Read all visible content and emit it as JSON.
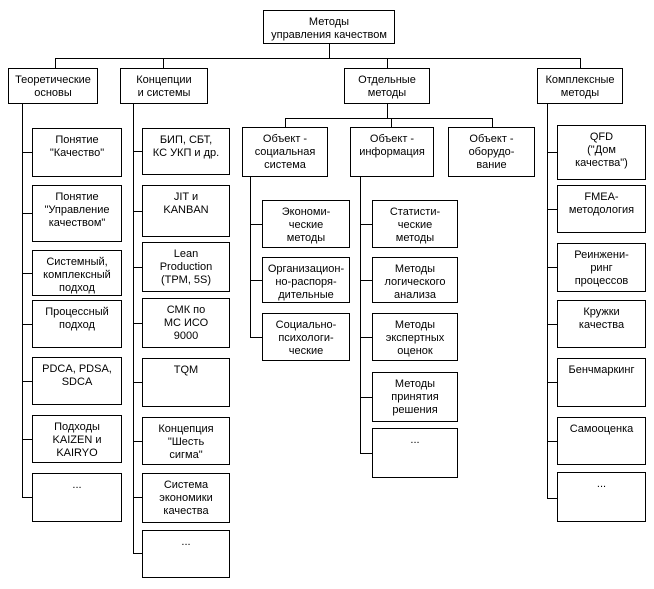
{
  "root": {
    "label": "Методы\nуправления качеством"
  },
  "branches": [
    {
      "label": "Теоретические\nосновы",
      "items": [
        "Понятие\n\"Качество\"",
        "Понятие\n\"Управление\nкачеством\"",
        "Системный,\nкомплексный\nподход",
        "Процессный\nподход",
        "PDCA, PDSA,\nSDCA",
        "Подходы\nKAIZEN и\nKAIRYO",
        "..."
      ]
    },
    {
      "label": "Концепции\nи системы",
      "items": [
        "БИП, СБТ,\nКС УКП и др.",
        "JIT и\nKANBAN",
        "Lean\nProduction\n(TPM, 5S)",
        "СМК по\nМС ИСО\n9000",
        "TQM",
        "Концепция\n\"Шесть\nсигма\"",
        "Система\nэкономики\nкачества",
        "..."
      ]
    },
    {
      "label": "Отдельные\nметоды",
      "groups": [
        {
          "label": "Объект -\nсоциальная\nсистема",
          "items": [
            "Экономи-\nческие\nметоды",
            "Организацион-\nно-распоря-\nдительные",
            "Социально-\nпсихологи-\nческие"
          ]
        },
        {
          "label": "Объект -\nинформация",
          "items": [
            "Статисти-\nческие\nметоды",
            "Методы\nлогического\nанализа",
            "Методы\nэкспертных\nоценок",
            "Методы\nпринятия\nрешения",
            "..."
          ]
        },
        {
          "label": "Объект -\nоборудо-\nвание",
          "items": []
        }
      ]
    },
    {
      "label": "Комплексные\nметоды",
      "items": [
        "QFD\n(\"Дом\nкачества\")",
        "FMEA-\nметодология",
        "Реинжени-\nринг\nпроцессов",
        "Кружки\nкачества",
        "Бенчмаркинг",
        "Самооценка",
        "..."
      ]
    }
  ],
  "colors": {
    "line": "#000000",
    "box_border": "#000000",
    "box_background": "#ffffff",
    "text": "#000000",
    "page_background": "#ffffff"
  }
}
